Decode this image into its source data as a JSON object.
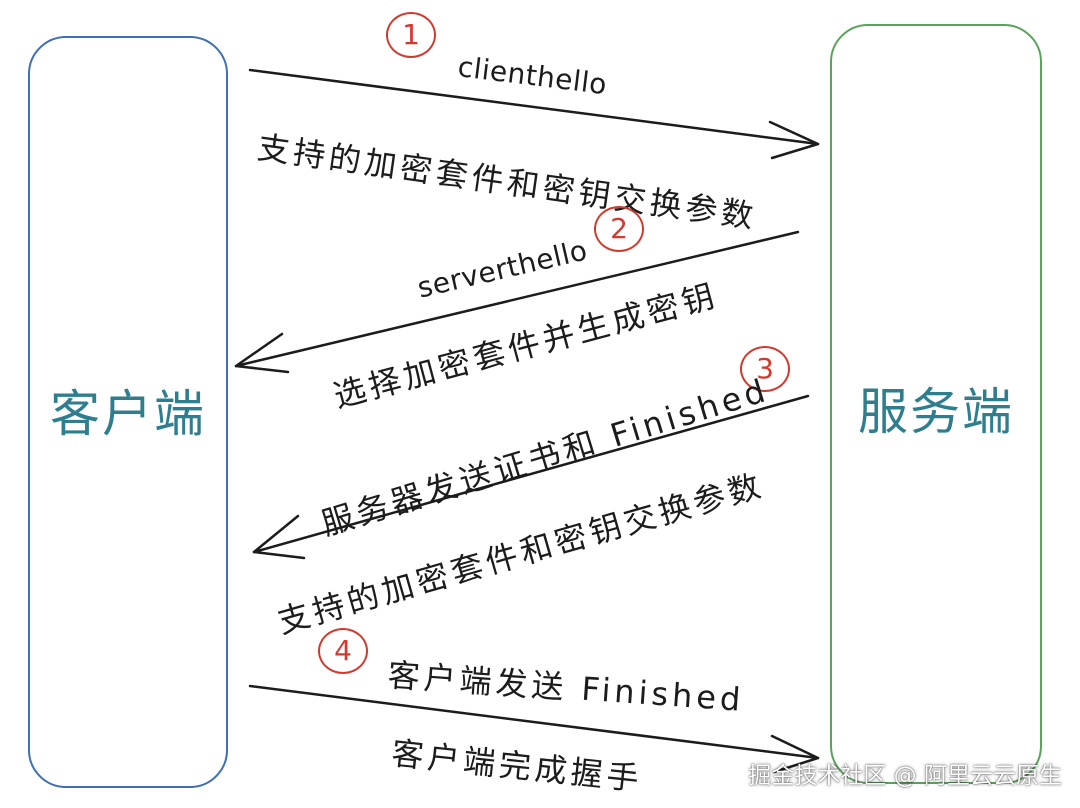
{
  "nodes": {
    "client": "客户端",
    "server": "服务端"
  },
  "steps": [
    {
      "number": "1",
      "title": "clienthello",
      "detail": "支持的加密套件和密钥交换参数"
    },
    {
      "number": "2",
      "title": "serverthello",
      "detail": "选择加密套件并生成密钥"
    },
    {
      "number": "3",
      "title": "服务器发送证书和 Finished",
      "detail": "支持的加密套件和密钥交换参数"
    },
    {
      "number": "4",
      "title": "客户端发送 Finished",
      "detail": "客户端完成握手"
    }
  ],
  "watermark": "掘金技术社区 @ 阿里云云原生",
  "colors": {
    "client_border": "#3f6fb4",
    "server_border": "#5aa35a",
    "node_label": "#2f7e8e",
    "step_marker": "#d23a2f",
    "arrow": "#1c1c1c"
  }
}
